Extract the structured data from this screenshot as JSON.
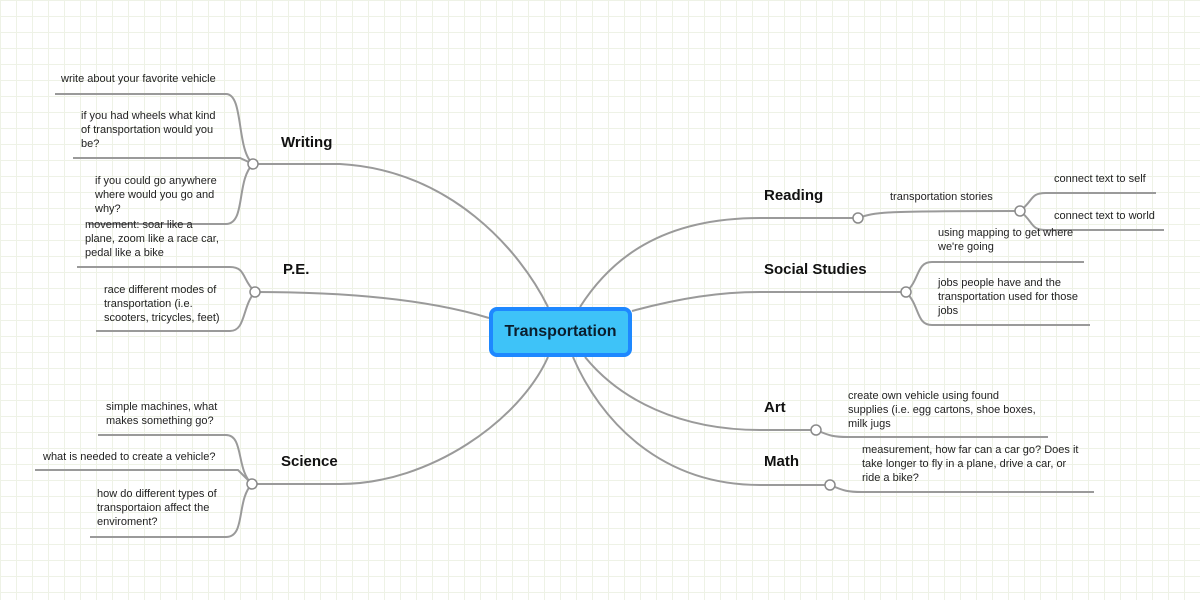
{
  "center": {
    "label": "Transportation"
  },
  "branches": {
    "writing": {
      "label": "Writing",
      "items": [
        "write about your favorite vehicle",
        [
          "if you had wheels what kind",
          "of transportation would you",
          "be?"
        ],
        [
          "if you could go anywhere",
          "where would you go and",
          "why?"
        ]
      ]
    },
    "pe": {
      "label": "P.E.",
      "items": [
        [
          "movement: soar like a",
          "plane, zoom like a race car,",
          "pedal like a bike"
        ],
        [
          "race different modes of",
          "transportation (i.e.",
          "scooters, tricycles, feet)"
        ]
      ]
    },
    "science": {
      "label": "Science",
      "items": [
        [
          "simple machines, what",
          "makes something go?"
        ],
        "what is needed to create a vehicle?",
        [
          "how do different types of",
          "transportaion affect the",
          "enviroment?"
        ]
      ]
    },
    "reading": {
      "label": "Reading",
      "sub": "transportation stories",
      "items": [
        "connect text to self",
        "connect text to world"
      ]
    },
    "social_studies": {
      "label": "Social Studies",
      "items": [
        [
          "using mapping to get where",
          "we're going"
        ],
        [
          "jobs people have and the",
          "transportation used for those",
          "jobs"
        ]
      ]
    },
    "art": {
      "label": "Art",
      "items": [
        [
          "create own vehicle using found",
          "supplies (i.e. egg cartons, shoe boxes,",
          "milk jugs"
        ]
      ]
    },
    "math": {
      "label": "Math",
      "items": [
        [
          "measurement, how far can a car go? Does it",
          "take longer to fly in a plane, drive a car, or",
          "ride a bike?"
        ]
      ]
    }
  }
}
